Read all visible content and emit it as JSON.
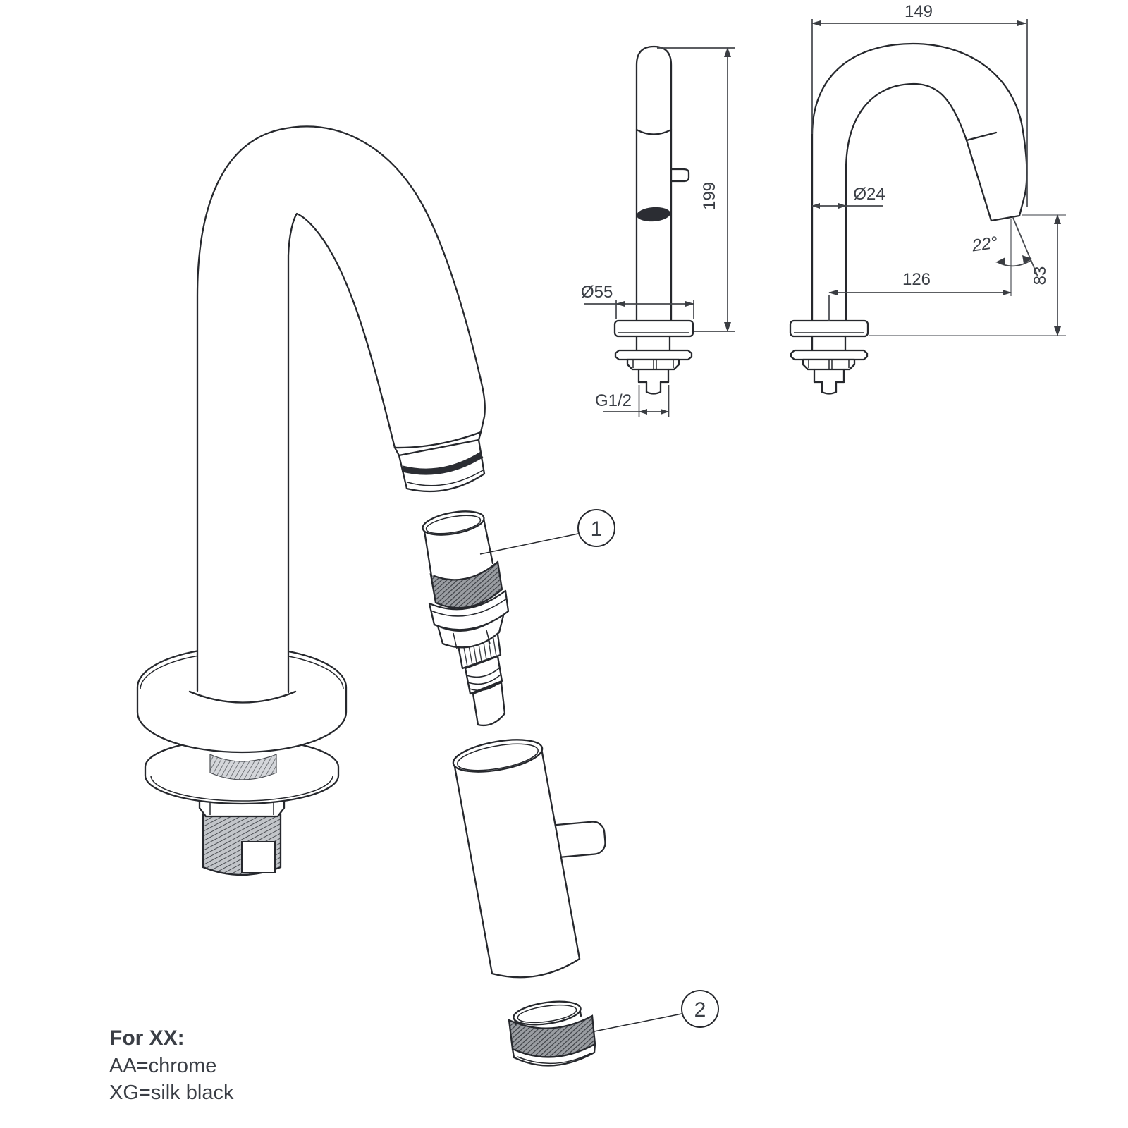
{
  "drawing": {
    "dims": {
      "height": "199",
      "base_dia": "Ø55",
      "thread": "G1/2",
      "width": "149",
      "tube_dia": "Ø24",
      "angle": "22°",
      "reach": "126",
      "outlet_height": "83"
    },
    "callouts": {
      "c1": "1",
      "c2": "2"
    },
    "legend": {
      "title": "For XX:",
      "line1": "AA=chrome",
      "line2": "XG=silk black"
    },
    "colors": {
      "line": "#26282d",
      "dim_line": "#44474c",
      "text": "#3a3e45",
      "seal_band": "#2b2d33"
    }
  }
}
